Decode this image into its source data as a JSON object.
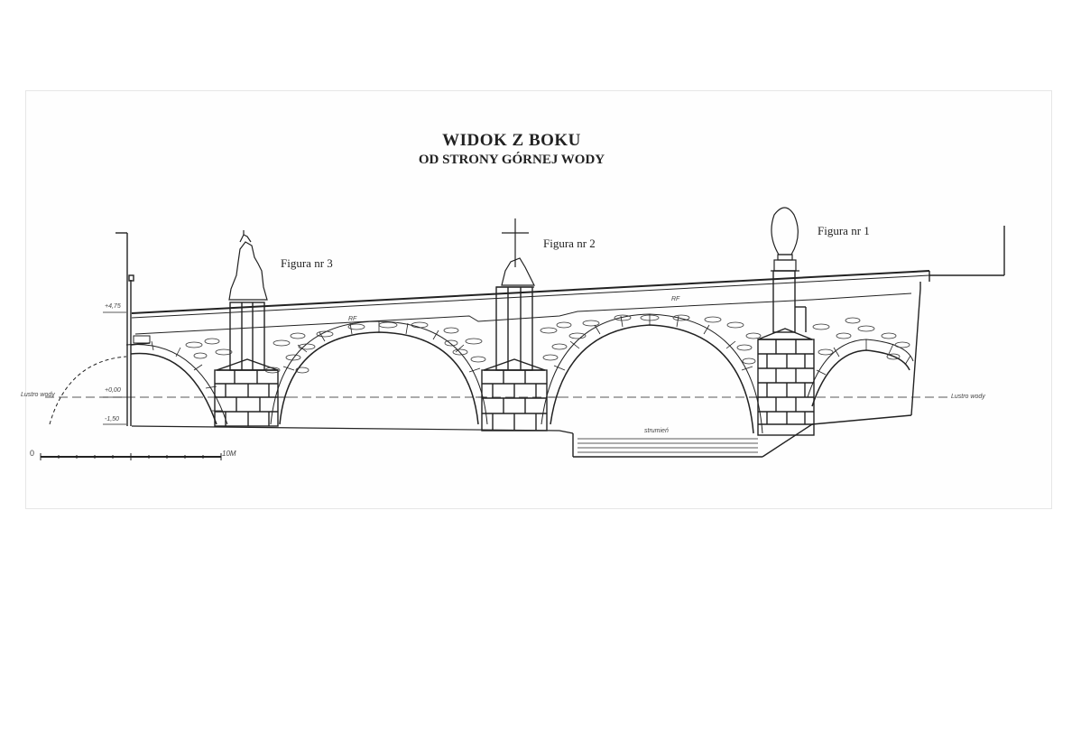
{
  "title": "WIDOK Z BOKU",
  "subtitle": "OD STRONY GÓRNEJ WODY",
  "figures": [
    {
      "label": "Figura nr 3"
    },
    {
      "label": "Figura nr 2"
    },
    {
      "label": "Figura nr 1"
    }
  ],
  "scale": {
    "start": "0",
    "end": "10M"
  },
  "annotations": {
    "water_left": "Lustro wody",
    "water_right": "Lustro wody",
    "stream": "strumień",
    "level_top": "+4,75",
    "level_mid": "+0,00",
    "level_bottom": "-1,50",
    "rf1": "RF",
    "rf2": "RF"
  }
}
